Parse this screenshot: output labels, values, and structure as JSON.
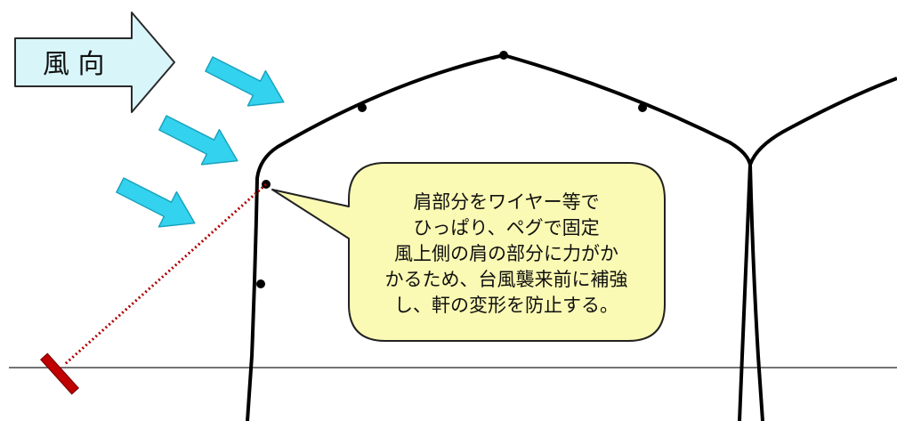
{
  "wind_direction_label": "風 向",
  "callout": {
    "lines": [
      "肩部分をワイヤー等で",
      "ひっぱり、ペグで固定",
      "風上側の肩の部分に力がか",
      "かるため、台風襲来前に補強",
      "し、軒の変形を防止する。"
    ]
  },
  "colors": {
    "wind_arrow_fill": "#d8f6fa",
    "gust_arrow_fill": "#33d2ee",
    "gust_arrow_stroke": "#1aa3be",
    "callout_fill": "#fafab4",
    "wire": "#b00000",
    "peg": "#c00000",
    "frame": "#000000",
    "ground": "#222222"
  },
  "icons": {
    "wind_arrow": "big-right-arrow-icon",
    "gust_arrow": "diagonal-arrow-icon",
    "peg": "peg-icon"
  }
}
